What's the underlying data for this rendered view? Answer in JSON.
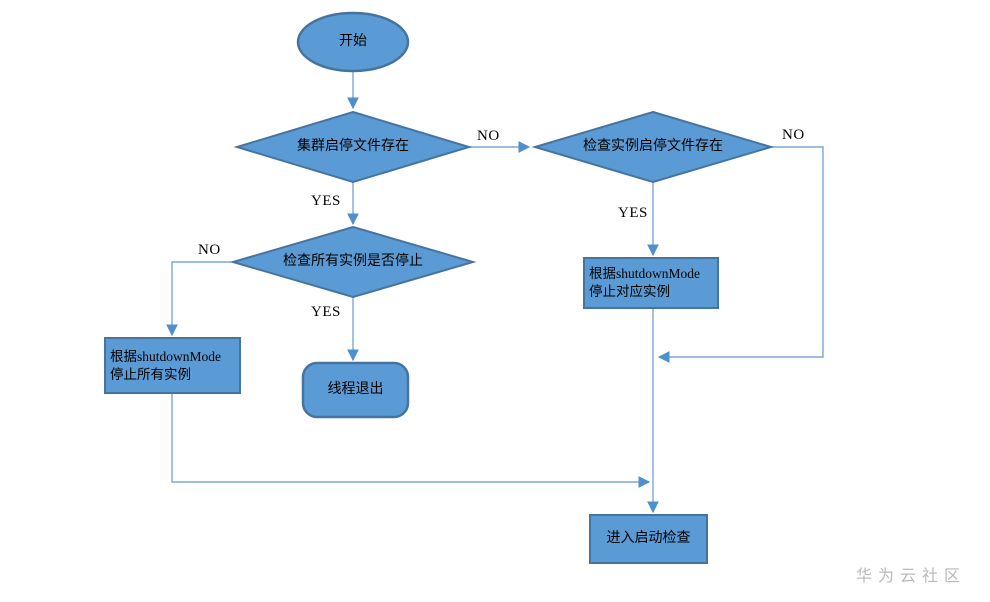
{
  "diagram": {
    "title": "cluster start-stop monitoring flowchart",
    "nodes": {
      "start": {
        "label": "开始"
      },
      "cluster_file_check": {
        "label": "集群启停文件存在"
      },
      "instance_file_check": {
        "label": "检查实例启停文件存在"
      },
      "all_instances_stopped_check": {
        "label": "检查所有实例是否停止"
      },
      "stop_matching_instances": {
        "line1": "根据shutdownMode",
        "line2": "停止对应实例"
      },
      "stop_all_instances": {
        "line1": "根据shutdownMode",
        "line2": "停止所有实例"
      },
      "thread_exit": {
        "label": "线程退出"
      },
      "enter_startup_check": {
        "label": "进入启动检查"
      }
    },
    "edge_labels": {
      "cluster_file_no": "NO",
      "cluster_file_yes": "YES",
      "instance_file_no": "NO",
      "instance_file_yes": "YES",
      "stopped_no": "NO",
      "stopped_yes": "YES"
    },
    "watermark": "华为云社区",
    "colors": {
      "shape_fill": "#5b9bd5",
      "shape_border": "#46749f",
      "connector_line": "#7ba7d9",
      "connector_arrow": "#4f8fcc"
    }
  }
}
